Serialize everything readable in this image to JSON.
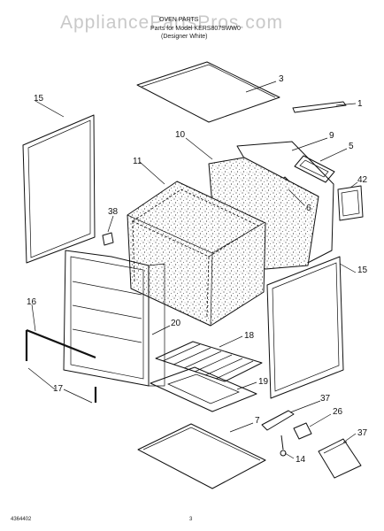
{
  "watermark": "AppliancePartsPros.com",
  "header": {
    "line1": "OVEN PARTS",
    "line2": "Parts for Model KERS807SWW0",
    "line3": "(Designer White)"
  },
  "footer": {
    "doc_number": "4364402",
    "page_number": "3"
  },
  "callouts": [
    "1",
    "3",
    "5",
    "6",
    "7",
    "9",
    "10",
    "11",
    "14",
    "15",
    "15",
    "16",
    "17",
    "18",
    "19",
    "20",
    "26",
    "37",
    "37",
    "38",
    "42"
  ]
}
